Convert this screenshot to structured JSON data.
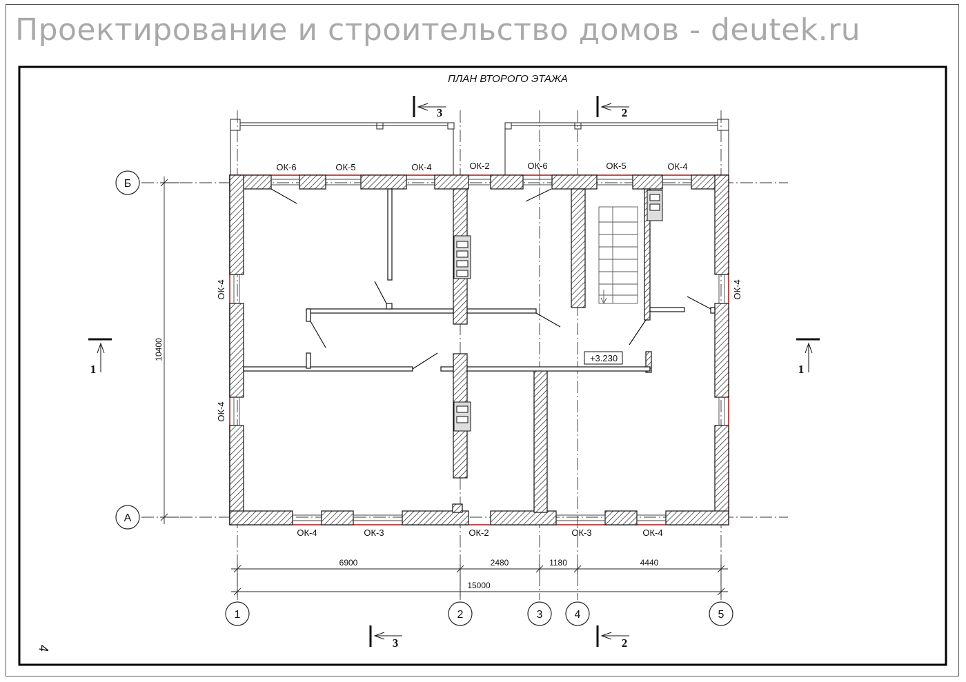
{
  "header": {
    "site_title": "Проектирование и строительство домов - deutek.ru"
  },
  "drawing": {
    "title": "ПЛАН ВТОРОГО ЭТАЖА",
    "page_number": "4",
    "level_mark": "+3.230",
    "axes_rows": {
      "top": "Б",
      "bottom": "А"
    },
    "axes_cols": [
      "1",
      "2",
      "3",
      "4",
      "5"
    ],
    "dims_bottom": [
      "6900",
      "2480",
      "1180",
      "4440"
    ],
    "dim_total": "15000",
    "dim_left": "10400",
    "windows_top": [
      "ОК-6",
      "ОК-5",
      "ОК-4",
      "ОК-2",
      "ОК-6",
      "ОК-5",
      "ОК-4"
    ],
    "windows_bottom": [
      "ОК-4",
      "ОК-3",
      "ОК-2",
      "ОК-3",
      "ОК-4"
    ],
    "windows_left": [
      "ОК-4",
      "ОК-4"
    ],
    "windows_right": [
      "ОК-4"
    ],
    "section_marks": {
      "s1_left": "1",
      "s1_right": "1",
      "s2_top": "2",
      "s2_bottom": "2",
      "s3_top": "3",
      "s3_bottom": "3"
    }
  }
}
